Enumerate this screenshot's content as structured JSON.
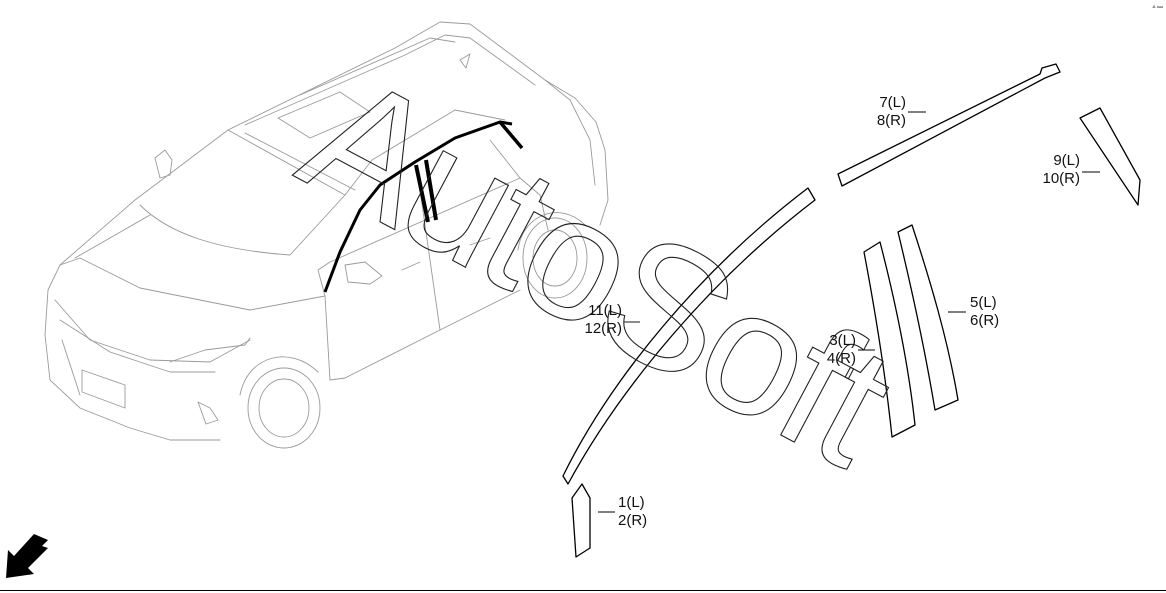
{
  "watermark": "AutoSoft",
  "callouts": {
    "part_1_2": {
      "l": "1(L)",
      "r": "2(R)"
    },
    "part_3_4": {
      "l": "3(L)",
      "r": "4(R)"
    },
    "part_5_6": {
      "l": "5(L)",
      "r": "6(R)"
    },
    "part_7_8": {
      "l": "7(L)",
      "r": "8(R)"
    },
    "part_9_10": {
      "l": "9(L)",
      "r": "10(R)"
    },
    "part_11_12": {
      "l": "11(L)",
      "r": "12(R)"
    }
  },
  "corner_mark": "▲▬",
  "icons": {
    "arrow": "front-direction-arrow-icon"
  }
}
